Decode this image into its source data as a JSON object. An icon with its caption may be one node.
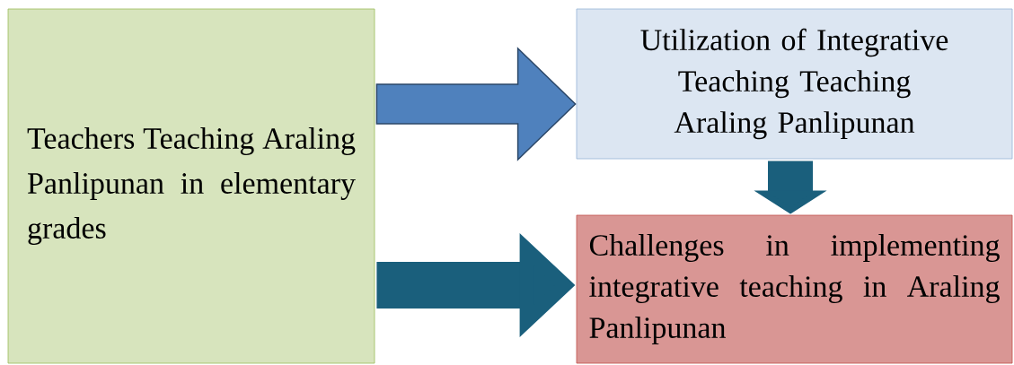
{
  "diagram": {
    "nodes": [
      {
        "text": [
          "Teachers Teaching Araling Panlipunan in elementary grades"
        ]
      },
      {
        "text": [
          "Utilization of Integrative Teaching Teaching Araling Panlipunan"
        ]
      },
      {
        "text": [
          "Challenges in implementing integrative teaching in Araling Panlipunan"
        ]
      }
    ],
    "edges": [
      {
        "from": 0,
        "to": 1,
        "arrow": "to",
        "color": "#4f81bd"
      },
      {
        "from": 1,
        "to": 2,
        "arrow": "to"
      },
      {
        "from": 0,
        "to": 2,
        "arrow": "to"
      }
    ]
  }
}
